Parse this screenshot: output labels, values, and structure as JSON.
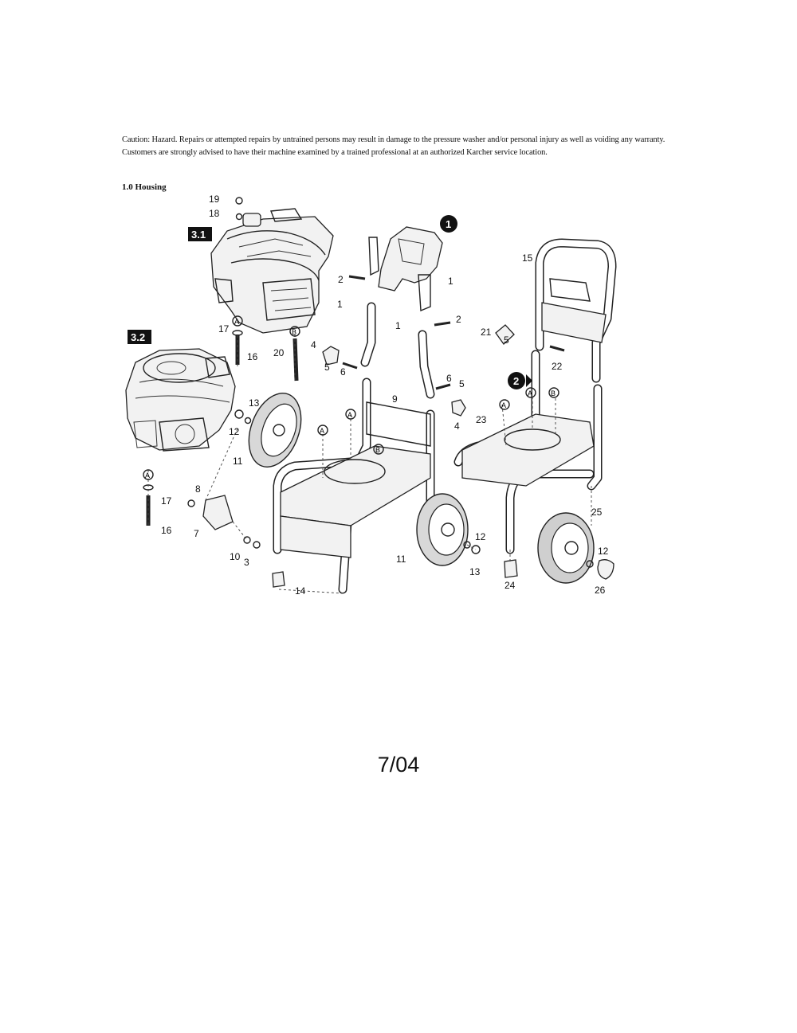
{
  "caution": "Caution: Hazard. Repairs or attempted repairs by untrained persons may result in damage to the pressure washer and/or personal injury as well as voiding any warranty. Customers are strongly advised to have their machine examined by a trained professional at an authorized Karcher service location.",
  "section_title": "1.0 Housing",
  "badges": {
    "b31": "3.1",
    "b32": "3.2",
    "b1": "1",
    "b2": "2"
  },
  "labels": {
    "l19": "19",
    "l18": "18",
    "l17a": "17",
    "l16a": "16",
    "l20": "20",
    "l2a": "2",
    "l1a": "1",
    "l1b": "1",
    "l1c": "1",
    "l2b": "2",
    "l4a": "4",
    "l5a": "5",
    "l6a": "6",
    "l6b": "6",
    "l5b": "5",
    "l4b": "4",
    "l9": "9",
    "l13a": "13",
    "l12a": "12",
    "l11a": "11",
    "l17b": "17",
    "l16b": "16",
    "l8": "8",
    "l7": "7",
    "l10": "10",
    "l3": "3",
    "l14": "14",
    "l11b": "11",
    "l12b": "12",
    "l13b": "13",
    "l15": "15",
    "l21": "21",
    "l5c": "5",
    "l22": "22",
    "l23": "23",
    "l25": "25",
    "l12c": "12",
    "l24": "24",
    "l26": "26"
  },
  "markers": {
    "a1": "A",
    "a2": "A",
    "a3": "A",
    "a4": "A",
    "a5": "A",
    "a6": "A",
    "b1": "B",
    "b2": "B",
    "b3": "B"
  },
  "page_number": "7/04"
}
